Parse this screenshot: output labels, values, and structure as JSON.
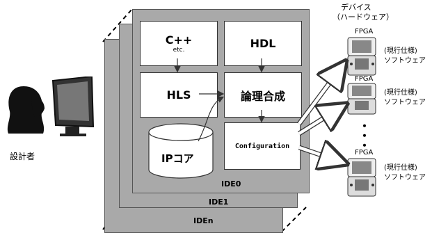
{
  "ide_layers": [
    "IDE0",
    "IDE1",
    "IDEn"
  ],
  "boxes": {
    "cpp": "C++",
    "etc": "etc.",
    "hdl": "HDL",
    "hls": "HLS",
    "synthesis": "論理合成",
    "configuration": "Configuration",
    "ip_core": "IPコア"
  },
  "designer_label": "設計者",
  "devices_heading": [
    "デバイス",
    "（ハードウェア）"
  ],
  "devices": [
    {
      "chip": "FPGA",
      "spec": "(現行仕様)",
      "software": "ソフトウェア"
    },
    {
      "chip": "FPGA",
      "spec": "(現行仕様)",
      "software": "ソフトウェア"
    },
    {
      "chip": "FPGA",
      "spec": "(現行仕様)",
      "software": "ソフトウェア"
    }
  ],
  "ellipsis": [
    "・",
    "・",
    "・"
  ],
  "colors": {
    "layer": "#a9a9a9",
    "box": "#ffffff",
    "line": "#333333"
  }
}
